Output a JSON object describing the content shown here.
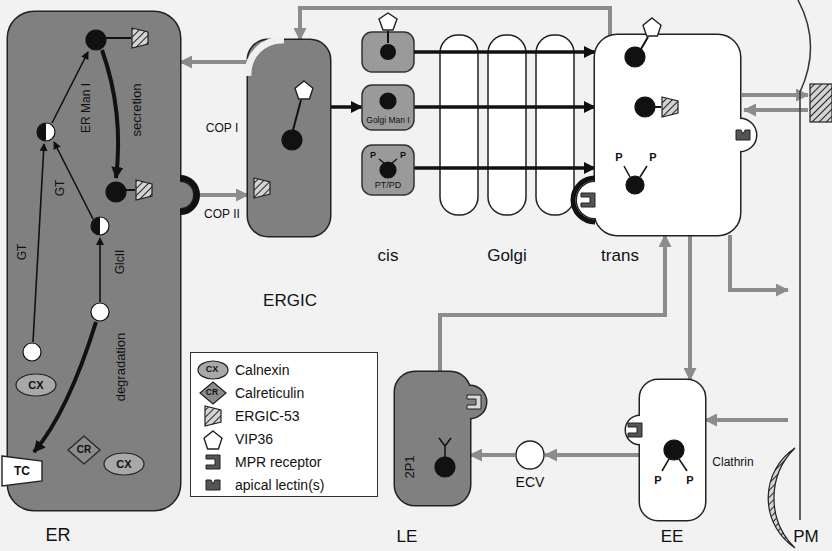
{
  "diagram": {
    "nodes": [
      {
        "text": [
          "ER",
          "secretion",
          "ER Man I",
          "GT",
          "GT",
          "GlcII",
          "degradation"
        ]
      },
      {
        "text": [
          "CX"
        ],
        "in": 0
      },
      {
        "text": [
          "CR"
        ],
        "in": 0
      },
      {
        "text": [
          "CX"
        ],
        "in": 0
      },
      {
        "text": [
          "TC"
        ]
      },
      {
        "text": [
          "ERGIC"
        ]
      },
      {
        "text": [
          "Golgi Man I"
        ]
      },
      {
        "text": [
          "P",
          "P",
          "PT/PD"
        ]
      },
      {
        "text": [
          "P",
          "P",
          "trans"
        ]
      },
      {
        "text": [
          "2P1",
          "LE"
        ]
      },
      {
        "text": [
          "ECV"
        ]
      },
      {
        "text": [
          "P",
          "P",
          "EE"
        ]
      },
      {
        "text": [
          "PM"
        ]
      }
    ],
    "edges": [
      {
        "from": 0,
        "to": 5,
        "arrow": "to"
      },
      {
        "from": 5,
        "to": 0,
        "arrow": "to"
      },
      {
        "from": 5,
        "to": 6,
        "arrow": "to"
      },
      {
        "from": 6,
        "to": 8,
        "arrow": "to"
      },
      {
        "from": 7,
        "to": 8,
        "arrow": "to"
      },
      {
        "from": 8,
        "to": 5,
        "arrow": "to"
      },
      {
        "from": 8,
        "to": 11,
        "arrow": "to"
      },
      {
        "from": 8,
        "to": 12,
        "arrow": "to"
      },
      {
        "from": 12,
        "to": 11,
        "arrow": "to"
      },
      {
        "from": 11,
        "to": 10,
        "arrow": "to"
      },
      {
        "from": 10,
        "to": 9,
        "arrow": "to"
      },
      {
        "from": 9,
        "to": 8,
        "arrow": "to"
      }
    ],
    "labels": [
      "COP I",
      "COP II",
      "cis",
      "Golgi",
      "Clathrin",
      "CX",
      "CR"
    ],
    "legend": [
      {
        "text": "Calnexin"
      },
      {
        "text": "Calreticulin"
      },
      {
        "text": "ERGIC-53"
      },
      {
        "text": "VIP36"
      },
      {
        "text": "MPR receptor"
      },
      {
        "text": "apical lectin(s)"
      }
    ]
  }
}
